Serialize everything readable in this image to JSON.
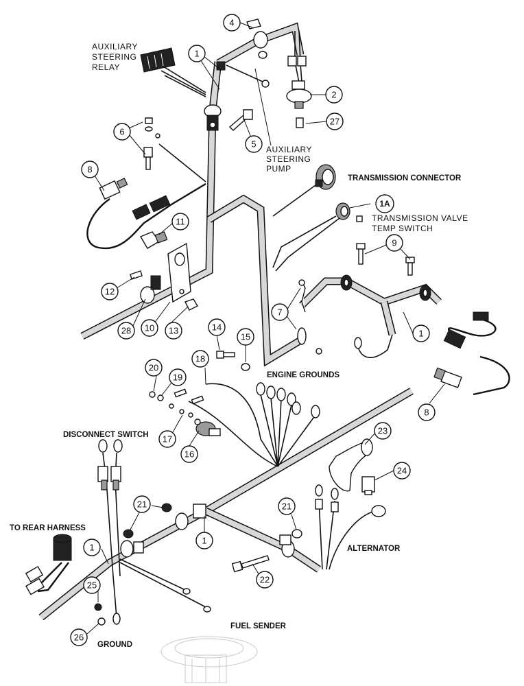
{
  "labels": {
    "aux_relay": [
      "AUXILIARY",
      "STEERING",
      "RELAY"
    ],
    "aux_pump": [
      "AUXILIARY",
      "STEERING",
      "PUMP"
    ],
    "trans_connector": "TRANSMISSION CONNECTOR",
    "trans_valve": [
      "TRANSMISSION VALVE",
      "TEMP SWITCH"
    ],
    "engine_grounds": "ENGINE GROUNDS",
    "disconnect_switch": "DISCONNECT SWITCH",
    "to_rear_harness": "TO REAR HARNESS",
    "alternator": "ALTERNATOR",
    "fuel_sender": "FUEL SENDER",
    "ground": "GROUND"
  },
  "callouts": [
    "1",
    "1",
    "1",
    "1",
    "1",
    "1A",
    "2",
    "4",
    "5",
    "6",
    "7",
    "8",
    "8",
    "9",
    "10",
    "11",
    "12",
    "13",
    "14",
    "15",
    "16",
    "17",
    "18",
    "19",
    "20",
    "21",
    "21",
    "22",
    "23",
    "24",
    "25",
    "26",
    "27",
    "28"
  ]
}
